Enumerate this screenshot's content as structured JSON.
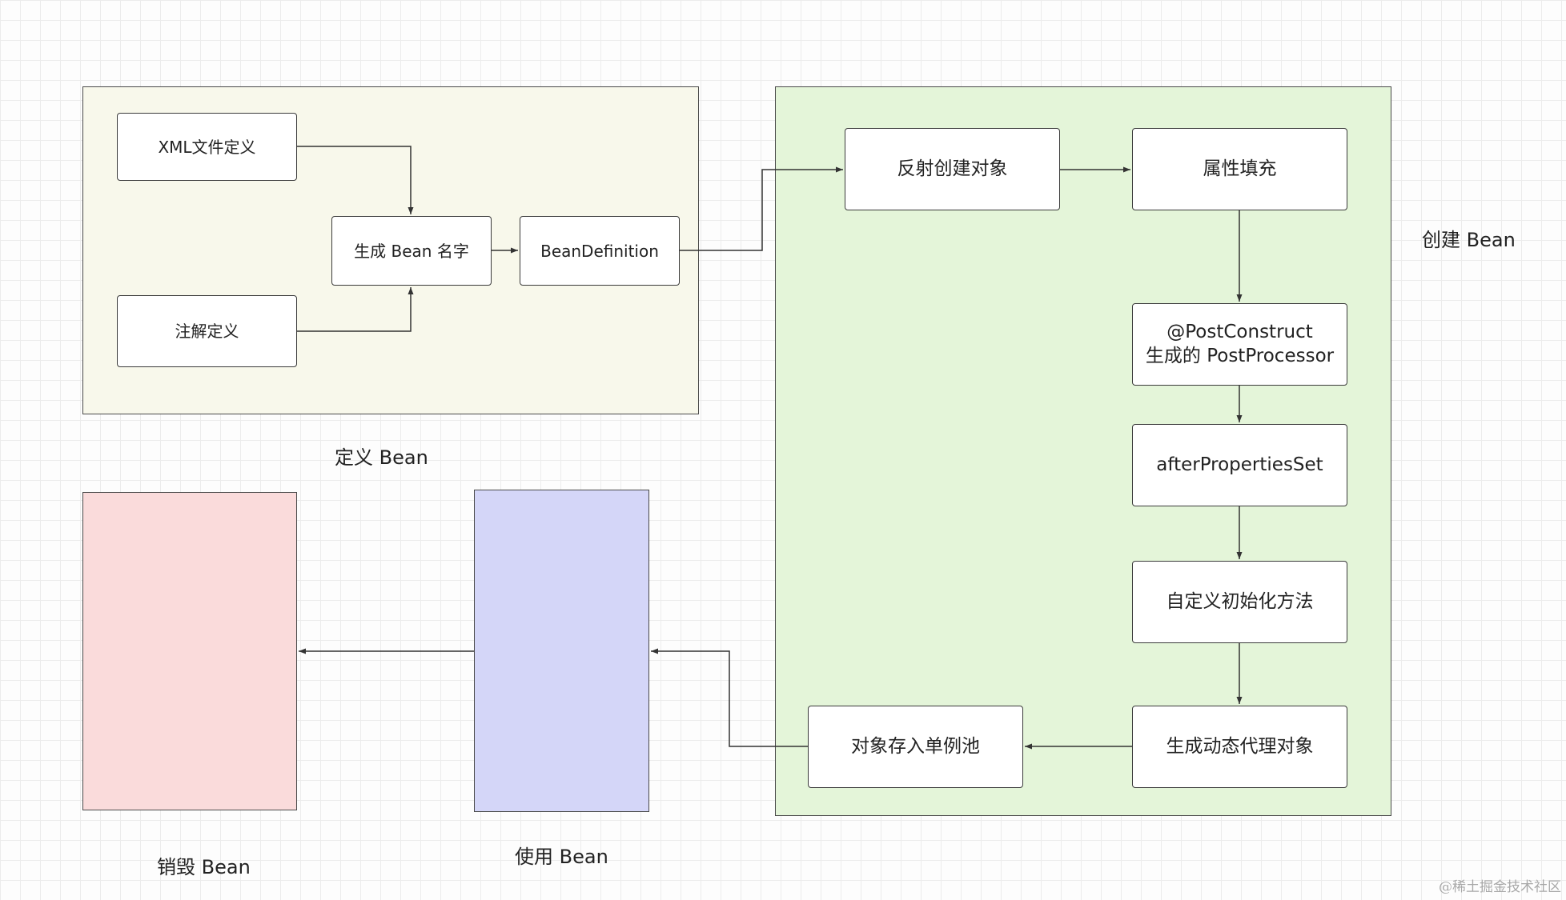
{
  "colors": {
    "define_region": "#f8f8eb",
    "create_region": "#e4f5d9",
    "destroy_box": "#fadbdb",
    "use_box": "#d4d6f8",
    "edge": "#333333"
  },
  "regions": {
    "define_label": "定义 Bean",
    "create_label": "创建 Bean",
    "destroy_label": "销毁 Bean",
    "use_label": "使用 Bean"
  },
  "nodes": {
    "xml_definition": "XML文件定义",
    "annotation_definition": "注解定义",
    "generate_bean_name": "生成 Bean 名字",
    "bean_definition": "BeanDefinition",
    "reflect_create": "反射创建对象",
    "populate_properties": "属性填充",
    "post_construct": "@PostConstruct\n生成的 PostProcessor",
    "after_properties_set": "afterPropertiesSet",
    "custom_init": "自定义初始化方法",
    "create_proxy": "生成动态代理对象",
    "store_singleton": "对象存入单例池"
  },
  "edges": [
    {
      "from": "xml_definition",
      "to": "generate_bean_name"
    },
    {
      "from": "annotation_definition",
      "to": "generate_bean_name"
    },
    {
      "from": "generate_bean_name",
      "to": "bean_definition"
    },
    {
      "from": "bean_definition",
      "to": "reflect_create"
    },
    {
      "from": "reflect_create",
      "to": "populate_properties"
    },
    {
      "from": "populate_properties",
      "to": "post_construct"
    },
    {
      "from": "post_construct",
      "to": "after_properties_set"
    },
    {
      "from": "after_properties_set",
      "to": "custom_init"
    },
    {
      "from": "custom_init",
      "to": "create_proxy"
    },
    {
      "from": "create_proxy",
      "to": "store_singleton"
    },
    {
      "from": "store_singleton",
      "to": "use_bean"
    },
    {
      "from": "use_bean",
      "to": "destroy_bean"
    }
  ],
  "watermark": "@稀土掘金技术社区"
}
